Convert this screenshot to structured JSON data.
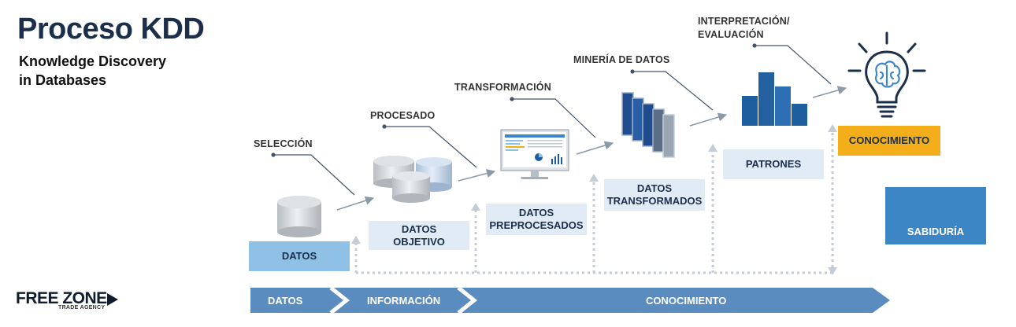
{
  "header": {
    "title": "Proceso KDD",
    "subtitle_line1": "Knowledge Discovery",
    "subtitle_line2": "in Databases"
  },
  "steps": {
    "seleccion": "SELECCIÓN",
    "procesado": "PROCESADO",
    "transformacion": "TRANSFORMACIÓN",
    "mineria": "MINERÍA DE DATOS",
    "interpretacion_line1": "INTERPRETACIÓN/",
    "interpretacion_line2": "EVALUACIÓN"
  },
  "boxes": {
    "datos": "DATOS",
    "datos_objetivo_line1": "DATOS",
    "datos_objetivo_line2": "OBJETIVO",
    "datos_preprocesados_line1": "DATOS",
    "datos_preprocesados_line2": "PREPROCESADOS",
    "datos_transformados_line1": "DATOS",
    "datos_transformados_line2": "TRANSFORMADOS",
    "patrones": "PATRONES",
    "conocimiento": "CONOCIMIENTO",
    "sabiduria": "SABIDURÍA"
  },
  "bottom_bar": {
    "seg1": "DATOS",
    "seg2": "INFORMACIÓN",
    "seg3": "CONOCIMIENTO"
  },
  "logo": {
    "line1": "FREE ZONE",
    "line2": "TRADE AGENCY"
  },
  "colors": {
    "dark_navy": "#1b2f4a",
    "datos_box": "#8fc0e6",
    "light_box": "#e1ebf6",
    "conocimiento_box": "#f4ae1a",
    "sabiduria_box": "#3d86c6",
    "bar_blue": "#5b8cc0",
    "chart_blue": "#1e5d9e"
  }
}
